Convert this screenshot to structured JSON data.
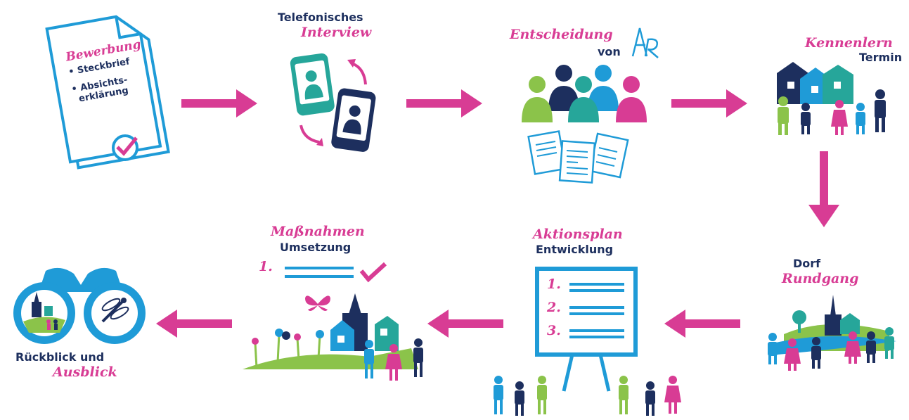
{
  "colors": {
    "navy": "#1d2f5e",
    "magenta": "#d83c94",
    "blue": "#1f9bd7",
    "teal": "#26a69a",
    "green": "#8bc34a"
  },
  "steps": {
    "bewerbung": {
      "title": "Bewerbung",
      "items": [
        "• Steckbrief",
        "• Absichts-",
        "erklärung"
      ]
    },
    "interview": {
      "line1": "Telefonisches",
      "line2": "Interview"
    },
    "entscheidung": {
      "line1": "Entscheidung",
      "line2": "von",
      "logo": "AR"
    },
    "kennenlern": {
      "line1": "Kennenlern",
      "line2": "Termin"
    },
    "rundgang": {
      "line1": "Dorf",
      "line2": "Rundgang"
    },
    "aktionsplan": {
      "line1": "Aktionsplan",
      "line2": "Entwicklung",
      "list_numbers": [
        "1.",
        "2.",
        "3."
      ]
    },
    "massnahmen": {
      "line1": "Maßnahmen",
      "line2": "Umsetzung",
      "list_number": "1."
    },
    "rueckblick": {
      "line1": "Rückblick und",
      "line2": "Ausblick"
    }
  },
  "icons": [
    "document-icon",
    "checkmark-icon",
    "phone-icon",
    "people-group-icon",
    "papers-icon",
    "houses-icon",
    "village-icon",
    "flipchart-icon",
    "flowers-icon",
    "butterfly-icon",
    "binoculars-icon",
    "dragonfly-icon",
    "arrow-right-icon",
    "arrow-left-icon",
    "arrow-down-icon"
  ]
}
